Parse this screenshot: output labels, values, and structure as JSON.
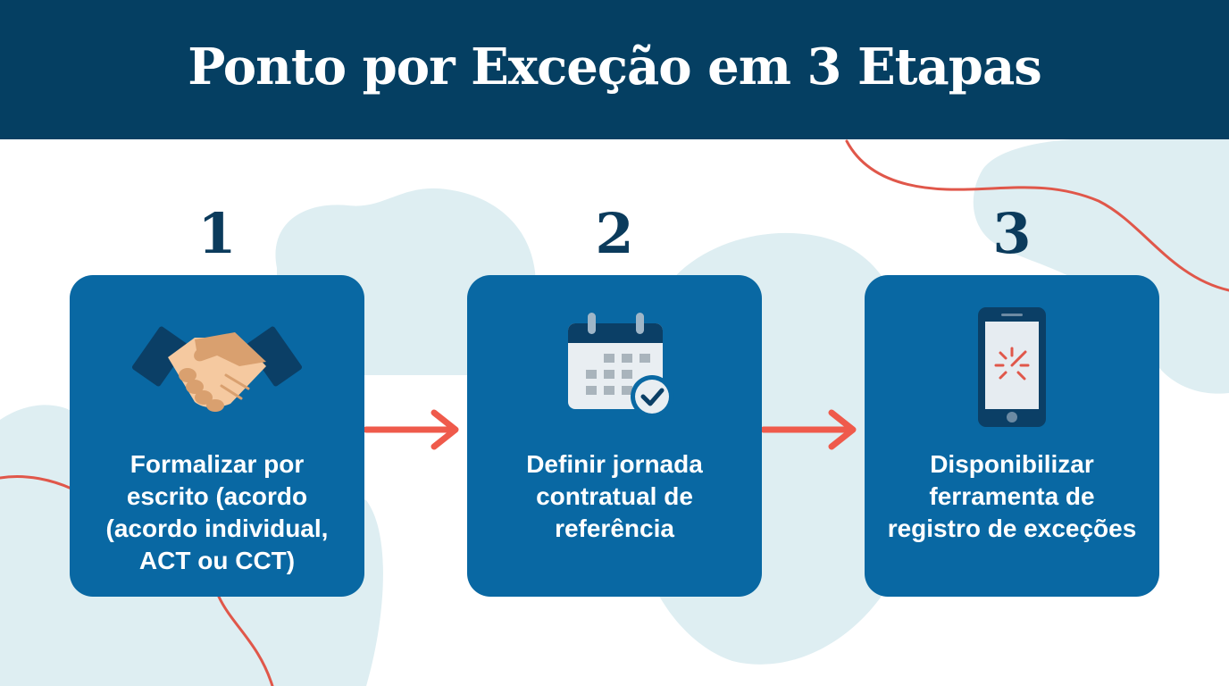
{
  "header": {
    "title": "Ponto por Exceção em 3 Etapas"
  },
  "colors": {
    "header_bg": "#053f62",
    "card_bg": "#0968a3",
    "number_text": "#0b3b5c",
    "arrow": "#ef5a4b",
    "accent_line": "#e0574a",
    "blob": "#deeef2"
  },
  "steps": [
    {
      "number": "1",
      "icon": "handshake-icon",
      "text": "Formalizar por escrito (acordo (acordo individual, ACT ou CCT)",
      "lines": [
        "Formalizar por",
        "escrito (acordo",
        "(acordo individual,",
        "ACT ou CCT)"
      ]
    },
    {
      "number": "2",
      "icon": "calendar-check-icon",
      "text": "Definir jornada contratual de referência",
      "lines": [
        "Definir jornada",
        "contratual de",
        "referência"
      ]
    },
    {
      "number": "3",
      "icon": "smartphone-clock-icon",
      "text": "Disponibilizar ferramenta de registro de exceções",
      "lines": [
        "Disponibilizar",
        "ferramenta de",
        "registro de exceções"
      ]
    }
  ],
  "connectors": [
    {
      "from": "1",
      "to": "2",
      "icon": "arrow-right-icon"
    },
    {
      "from": "2",
      "to": "3",
      "icon": "arrow-right-icon"
    }
  ]
}
